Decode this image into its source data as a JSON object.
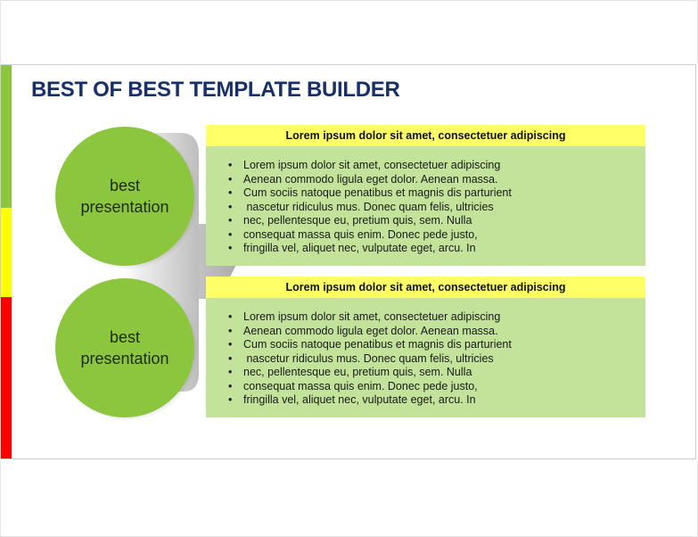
{
  "slide": {
    "title": "BEST OF BEST TEMPLATE BUILDER",
    "accent_colors": {
      "green": "#8cc63f",
      "yellow": "#ffff00",
      "red": "#ff0000",
      "panel_header": "#ffff66",
      "panel_body": "#c3e39b",
      "title": "#17306a"
    },
    "circles": [
      {
        "line1": "best",
        "line2": "presentation"
      },
      {
        "line1": "best",
        "line2": "presentation"
      }
    ],
    "panels": [
      {
        "header": "Lorem ipsum dolor sit amet, consectetuer adipiscing",
        "bullets": [
          "Lorem ipsum dolor sit amet, consectetuer adipiscing",
          "Aenean commodo ligula eget dolor. Aenean massa.",
          "Cum sociis natoque penatibus et magnis dis parturient",
          " nascetur ridiculus mus. Donec quam felis, ultricies",
          "nec, pellentesque eu, pretium quis, sem. Nulla",
          "consequat massa quis enim. Donec pede justo,",
          "fringilla vel, aliquet nec, vulputate eget, arcu. In"
        ]
      },
      {
        "header": "Lorem ipsum dolor sit amet, consectetuer adipiscing",
        "bullets": [
          "Lorem ipsum dolor sit amet, consectetuer adipiscing",
          "Aenean commodo ligula eget dolor. Aenean massa.",
          "Cum sociis natoque penatibus et magnis dis parturient",
          " nascetur ridiculus mus. Donec quam felis, ultricies",
          "nec, pellentesque eu, pretium quis, sem. Nulla",
          "consequat massa quis enim. Donec pede justo,",
          "fringilla vel, aliquet nec, vulputate eget, arcu. In"
        ]
      }
    ],
    "bullet_glyph": "•"
  }
}
